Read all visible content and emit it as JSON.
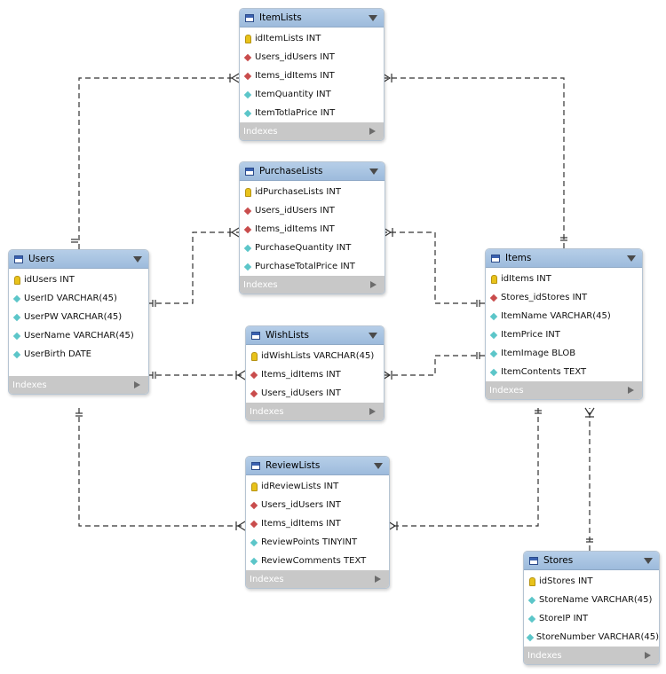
{
  "tables": [
    {
      "name": "ItemLists",
      "footer": "Indexes",
      "columns": [
        {
          "text": "idItemLists INT",
          "kind": "pk"
        },
        {
          "text": "Users_idUsers INT",
          "kind": "fk"
        },
        {
          "text": "Items_idItems INT",
          "kind": "fk"
        },
        {
          "text": "ItemQuantity INT",
          "kind": "col"
        },
        {
          "text": "ItemTotlaPrice INT",
          "kind": "col"
        }
      ]
    },
    {
      "name": "PurchaseLists",
      "footer": "Indexes",
      "columns": [
        {
          "text": "idPurchaseLists INT",
          "kind": "pk"
        },
        {
          "text": "Users_idUsers INT",
          "kind": "fk"
        },
        {
          "text": "Items_idItems INT",
          "kind": "fk"
        },
        {
          "text": "PurchaseQuantity INT",
          "kind": "col"
        },
        {
          "text": "PurchaseTotalPrice INT",
          "kind": "col"
        }
      ]
    },
    {
      "name": "Users",
      "footer": "Indexes",
      "columns": [
        {
          "text": "idUsers INT",
          "kind": "pk"
        },
        {
          "text": "UserID VARCHAR(45)",
          "kind": "col"
        },
        {
          "text": "UserPW VARCHAR(45)",
          "kind": "col"
        },
        {
          "text": "UserName VARCHAR(45)",
          "kind": "col"
        },
        {
          "text": "UserBirth DATE",
          "kind": "col"
        }
      ]
    },
    {
      "name": "Items",
      "footer": "Indexes",
      "columns": [
        {
          "text": "idItems INT",
          "kind": "pk"
        },
        {
          "text": "Stores_idStores INT",
          "kind": "fk"
        },
        {
          "text": "ItemName VARCHAR(45)",
          "kind": "col"
        },
        {
          "text": "ItemPrice INT",
          "kind": "col"
        },
        {
          "text": "ItemImage BLOB",
          "kind": "col"
        },
        {
          "text": "ItemContents TEXT",
          "kind": "col"
        }
      ]
    },
    {
      "name": "WishLists",
      "footer": "Indexes",
      "columns": [
        {
          "text": "idWishLists VARCHAR(45)",
          "kind": "pk"
        },
        {
          "text": "Items_idItems INT",
          "kind": "fk"
        },
        {
          "text": "Users_idUsers INT",
          "kind": "fk"
        }
      ]
    },
    {
      "name": "ReviewLists",
      "footer": "Indexes",
      "columns": [
        {
          "text": "idReviewLists INT",
          "kind": "pk"
        },
        {
          "text": "Users_idUsers INT",
          "kind": "fk"
        },
        {
          "text": "Items_idItems INT",
          "kind": "fk"
        },
        {
          "text": "ReviewPoints TINYINT",
          "kind": "col"
        },
        {
          "text": "ReviewComments TEXT",
          "kind": "col"
        }
      ]
    },
    {
      "name": "Stores",
      "footer": "Indexes",
      "columns": [
        {
          "text": "idStores INT",
          "kind": "pk"
        },
        {
          "text": "StoreName VARCHAR(45)",
          "kind": "col"
        },
        {
          "text": "StoreIP INT",
          "kind": "col"
        },
        {
          "text": "StoreNumber VARCHAR(45)",
          "kind": "col"
        }
      ]
    }
  ],
  "colors": {
    "header": "#a7c3e2",
    "footer": "#c8c8c8",
    "pk": "#e8c21a",
    "fk": "#c94c4c",
    "col": "#5cc6c9",
    "line": "#333333"
  }
}
